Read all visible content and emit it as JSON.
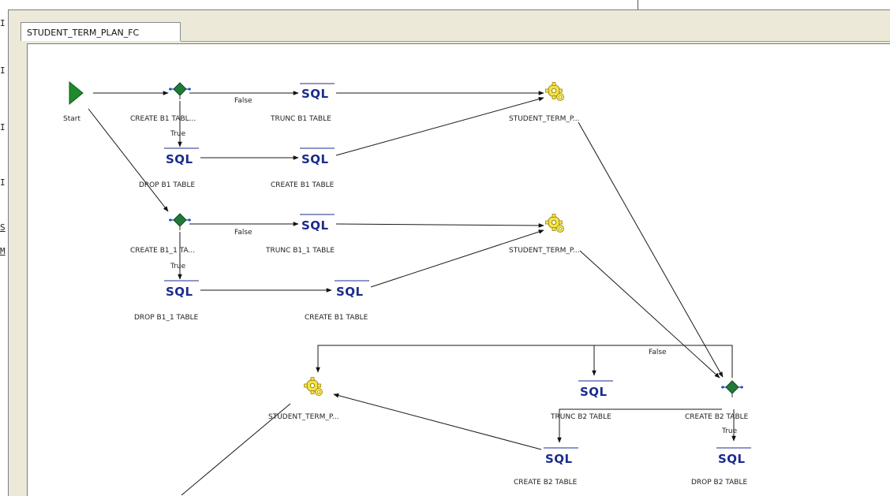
{
  "editor": {
    "tab_title": "STUDENT_TERM_PLAN_FC",
    "left_glyphs": [
      "I",
      "I",
      "I",
      "I",
      "S",
      "M"
    ]
  },
  "diagram": {
    "sql_glyph": "SQL",
    "nodes": {
      "start": "Start",
      "create_b1_cond": "CREATE B1 TABL...",
      "trunc_b1": "TRUNC B1 TABLE",
      "student_term_1": "STUDENT_TERM_P...",
      "drop_b1": "DROP B1 TABLE",
      "create_b1": "CREATE B1 TABLE",
      "create_b1_1_cond": "CREATE B1_1 TA...",
      "trunc_b1_1": "TRUNC B1_1 TABLE",
      "student_term_2": "STUDENT_TERM_P...",
      "drop_b1_1": "DROP B1_1 TABLE",
      "create_b1_second": "CREATE B1 TABLE",
      "student_term_3": "STUDENT_TERM_P...",
      "trunc_b2": "TRUNC B2 TABLE",
      "create_b2_cond": "CREATE B2 TABLE",
      "create_b2": "CREATE B2 TABLE",
      "drop_b2": "DROP B2 TABLE"
    },
    "edge_labels": {
      "false_1": "False",
      "true_1": "True",
      "false_2": "False",
      "true_2": "True",
      "false_3": "False",
      "true_3": "True"
    }
  }
}
